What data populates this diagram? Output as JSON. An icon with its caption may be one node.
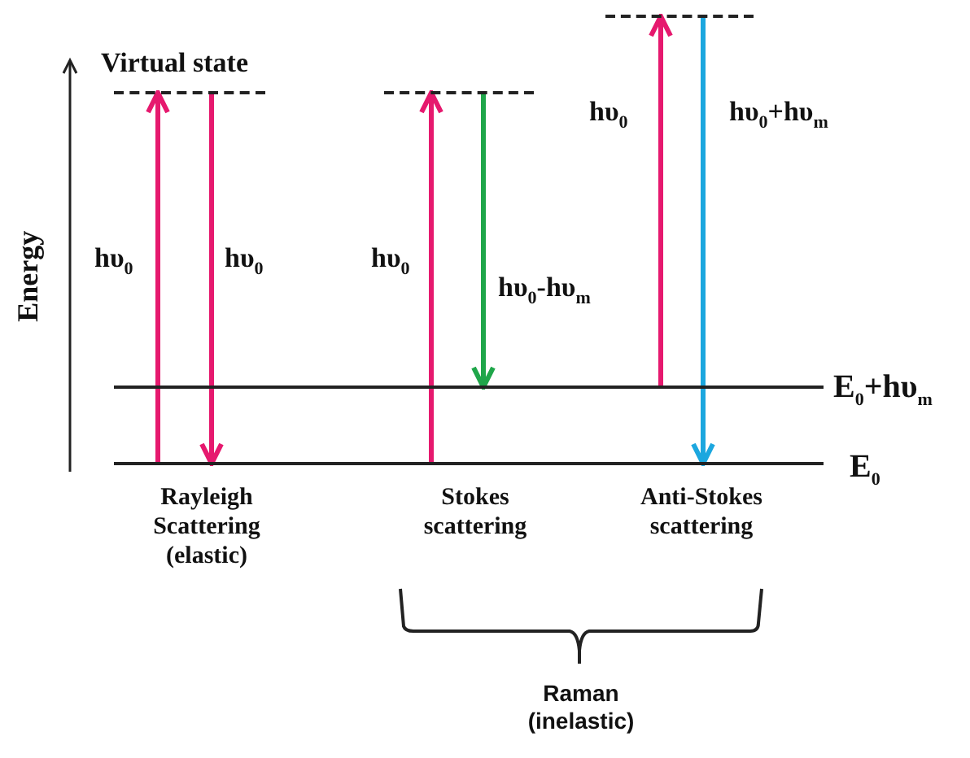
{
  "diagram": {
    "nodes": [
      {
        "text": [],
        "shape": "bar",
        "beside": [
          "Virtual state"
        ]
      },
      {
        "text": [],
        "shape": "bar"
      },
      {
        "text": [],
        "shape": "bar"
      },
      {
        "text": [],
        "shape": "bar",
        "beside": [
          "E$_{0}$+hυ$_{m}$"
        ]
      },
      {
        "text": [],
        "shape": "bar",
        "beside": [
          "E$_{0}$"
        ]
      }
    ],
    "edges": [
      {
        "from": 4,
        "to": 0,
        "arrow": "to",
        "label": "hυ$_{0}$"
      },
      {
        "from": 0,
        "to": 4,
        "arrow": "to",
        "label": "hυ$_{0}$"
      },
      {
        "from": 4,
        "to": 1,
        "arrow": "to",
        "label": "hυ$_{0}$"
      },
      {
        "from": 1,
        "to": 3,
        "arrow": "to",
        "label": "hυ$_{0}$-hυ$_{m}$",
        "color": "#1fa64a"
      },
      {
        "from": 3,
        "to": 2,
        "arrow": "to",
        "label": "hυ$_{0}$"
      },
      {
        "from": 2,
        "to": 4,
        "arrow": "to",
        "label": "hυ$_{0}$+hυ$_{m}$",
        "color": "#1ca7df"
      }
    ],
    "labels": [
      "Energy",
      "Rayleigh Scattering (elastic)",
      "Stokes scattering",
      "Anti-Stokes scattering",
      "Raman (inelastic)"
    ]
  }
}
